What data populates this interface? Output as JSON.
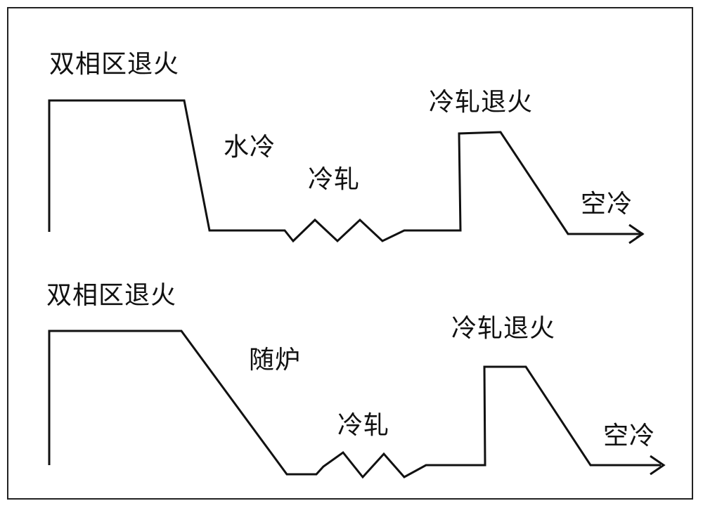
{
  "top_process": {
    "stage1": "双相区退火",
    "cooling1": "水冷",
    "rolling": "冷轧",
    "stage2": "冷轧退火",
    "cooling2": "空冷"
  },
  "bottom_process": {
    "stage1": "双相区退火",
    "cooling1": "随炉",
    "rolling": "冷轧",
    "stage2": "冷轧退火",
    "cooling2": "空冷"
  },
  "colors": {
    "line": "#111111",
    "border": "#222222"
  }
}
